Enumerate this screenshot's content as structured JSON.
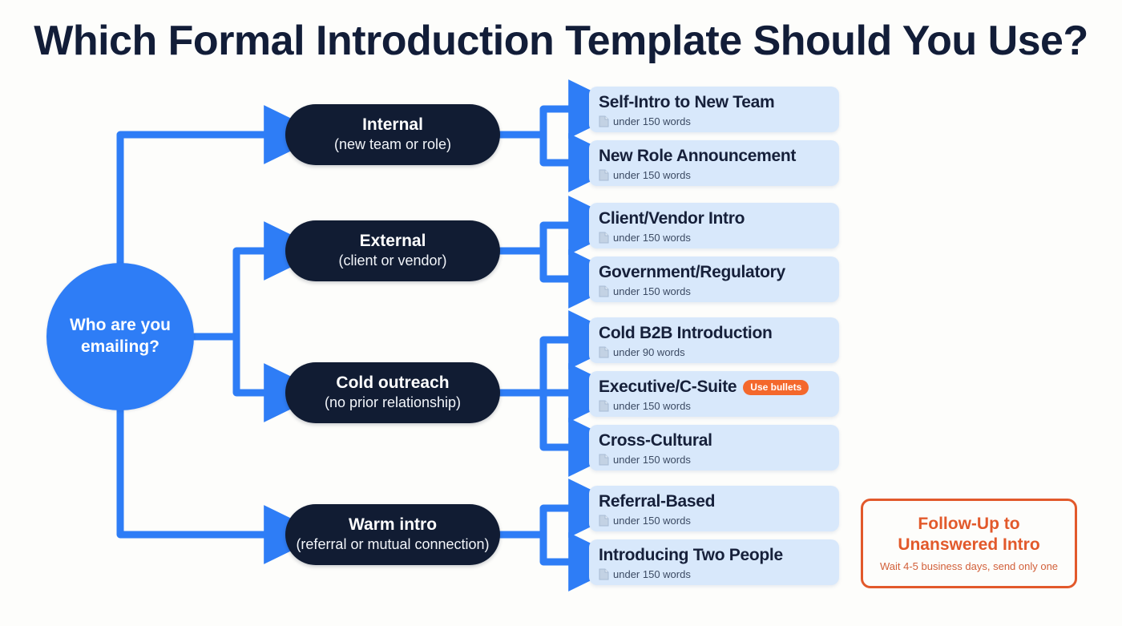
{
  "page": {
    "title": "Which Formal Introduction Template Should You Use?",
    "background_color": "#FDFDFB"
  },
  "colors": {
    "accent_blue": "#2E7DF6",
    "node_navy": "#111C33",
    "card_blue": "#D8E8FB",
    "badge_orange": "#F4682C",
    "callout_orange": "#E2592B",
    "title_navy": "#121D38"
  },
  "root": {
    "label_line1": "Who are you",
    "label_line2": "emailing?"
  },
  "branches": [
    {
      "id": "internal",
      "title": "Internal",
      "subtitle": "(new team or role)",
      "templates": [
        {
          "name": "Self-Intro to New Team",
          "meta": "under 150 words",
          "icon": "document-icon",
          "badge": null
        },
        {
          "name": "New Role Announcement",
          "meta": "under 150 words",
          "icon": "document-icon",
          "badge": null
        }
      ]
    },
    {
      "id": "external",
      "title": "External",
      "subtitle": "(client or vendor)",
      "templates": [
        {
          "name": "Client/Vendor Intro",
          "meta": "under 150 words",
          "icon": "document-icon",
          "badge": null
        },
        {
          "name": "Government/Regulatory",
          "meta": "under 150 words",
          "icon": "document-icon",
          "badge": null
        }
      ]
    },
    {
      "id": "cold-outreach",
      "title": "Cold outreach",
      "subtitle": "(no prior relationship)",
      "templates": [
        {
          "name": "Cold B2B Introduction",
          "meta": "under 90 words",
          "icon": "document-icon",
          "badge": null
        },
        {
          "name": "Executive/C-Suite",
          "meta": "under 150 words",
          "icon": "document-icon",
          "badge": "Use bullets"
        },
        {
          "name": "Cross-Cultural",
          "meta": "under 150 words",
          "icon": "document-icon",
          "badge": null
        }
      ]
    },
    {
      "id": "warm-intro",
      "title": "Warm intro",
      "subtitle": "(referral or mutual connection)",
      "templates": [
        {
          "name": "Referral-Based",
          "meta": "under 150 words",
          "icon": "document-icon",
          "badge": null
        },
        {
          "name": "Introducing Two People",
          "meta": "under 150 words",
          "icon": "document-icon",
          "badge": null
        }
      ]
    }
  ],
  "callout": {
    "title_line1": "Follow-Up to",
    "title_line2": "Unanswered Intro",
    "subtitle": "Wait 4-5 business days, send only one"
  }
}
